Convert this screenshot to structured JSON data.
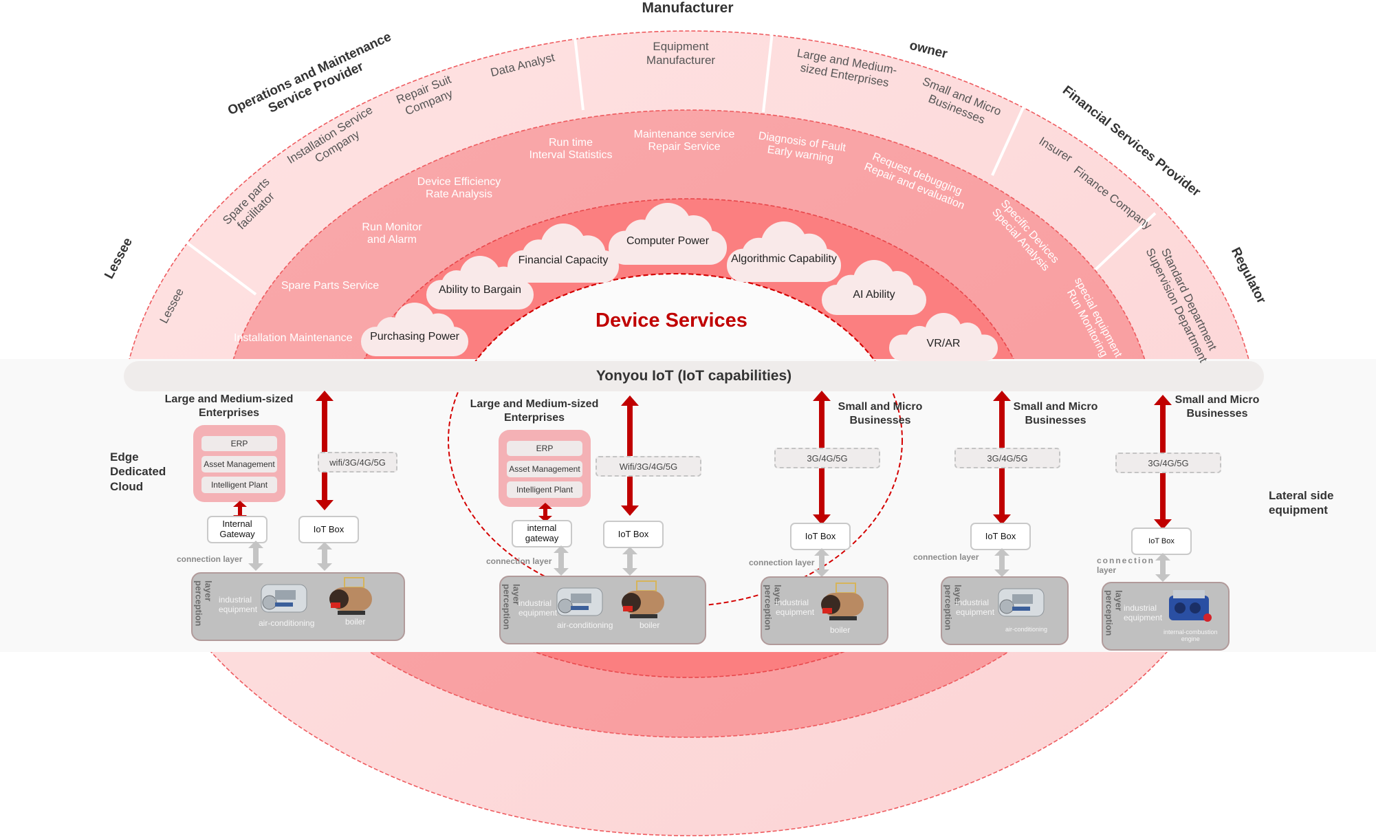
{
  "colors": {
    "outer_ring": "#fddada",
    "middle_ring": "#f9a3a5",
    "inner_ring": "#fb7f80",
    "dashed_line": "#e8474b",
    "cloud_fill": "#f9e9e9",
    "title_red": "#c00000",
    "arrow_red": "#c00000",
    "system_box": "#f4b1b5"
  },
  "outer_groups": {
    "manufacturer": "Manufacturer",
    "owner": "owner",
    "om_provider_line1": "Operations and Maintenance",
    "om_provider_line2": "Service Provider",
    "lessee": "Lessee",
    "financial_provider": "Financial Services Provider",
    "regulator": "Regulator"
  },
  "outer_ring": {
    "lessee": "Lessee",
    "spare_parts_facilitator_1": "Spare parts",
    "spare_parts_facilitator_2": "facilitator",
    "installation_service_1": "Installation Service",
    "installation_service_2": "Company",
    "repair_suit_1": "Repair Suit",
    "repair_suit_2": "Company",
    "data_analyst": "Data  Analyst",
    "equipment_manufacturer_1": "Equipment",
    "equipment_manufacturer_2": "Manufacturer",
    "large_medium_1": "Large and Medium-",
    "large_medium_2": "sized Enterprises",
    "small_micro_1": "Small and Micro",
    "small_micro_2": "Businesses",
    "insurer": "Insurer",
    "finance_company": "Finance Company",
    "standard_dept": "Standard Department",
    "supervision_dept": "Supervision Department"
  },
  "middle_ring": {
    "installation_maintenance": "Installation Maintenance",
    "spare_parts_service": "Spare Parts Service",
    "run_monitor_1": "Run Monitor",
    "run_monitor_2": "and Alarm",
    "device_efficiency_1": "Device Efficiency",
    "device_efficiency_2": "Rate Analysis",
    "run_time_1": "Run time",
    "run_time_2": "Interval Statistics",
    "maintenance_1": "Maintenance service",
    "maintenance_2": "Repair  Service",
    "diagnosis_1": "Diagnosis of Fault",
    "diagnosis_2": "Early warning",
    "request_debug_1": "Request debugging",
    "request_debug_2": "Repair and evaluation",
    "specific_devices_1": "Specific Devices",
    "specific_devices_2": "Special Analysis",
    "special_equipment_1": "special equipment",
    "special_equipment_2": "Run Monitoring"
  },
  "clouds": [
    "Purchasing Power",
    "Ability to Bargain",
    "Financial Capacity",
    "Computer Power",
    "Algorithmic Capability",
    "AI Ability",
    "VR/AR"
  ],
  "center_title": "Device Services",
  "iot_bar": "Yonyou IoT (IoT capabilities)",
  "side_labels": {
    "edge_cloud_1": "Edge",
    "edge_cloud_2": "Dedicated",
    "edge_cloud_3": "Cloud",
    "lateral_1": "Lateral side",
    "lateral_2": "equipment"
  },
  "columns": [
    {
      "header_1": "Large and Medium-sized",
      "header_2": "Enterprises",
      "systems": [
        "ERP",
        "Asset Management",
        "Intelligent Plant"
      ],
      "gateway_1": "Internal",
      "gateway_2": "Gateway",
      "network": "wifi/3G/4G/5G",
      "iot_box": "IoT Box",
      "connection_layer": "connection layer",
      "perception_label": "layer perception",
      "equipment": [
        "industrial",
        "equipment",
        "air-conditioning",
        "boiler"
      ]
    },
    {
      "header_1": "Large and Medium-sized",
      "header_2": "Enterprises",
      "systems": [
        "ERP",
        "Asset Management",
        "Intelligent Plant"
      ],
      "gateway_1": "internal",
      "gateway_2": "gateway",
      "network": "Wifi/3G/4G/5G",
      "iot_box": "IoT Box",
      "connection_layer": "connection layer",
      "perception_label": "layer perception",
      "equipment": [
        "industrial",
        "equipment",
        "air-conditioning",
        "boiler"
      ]
    },
    {
      "header_1": "Small and Micro",
      "header_2": "Businesses",
      "network": "3G/4G/5G",
      "iot_box": "IoT Box",
      "connection_layer": "connection layer",
      "perception_label": "layer perception",
      "equipment": [
        "industrial",
        "equipment",
        "boiler"
      ]
    },
    {
      "header_1": "Small and Micro",
      "header_2": "Businesses",
      "network": "3G/4G/5G",
      "iot_box": "IoT Box",
      "connection_layer": "connection layer",
      "perception_label": "layer perception",
      "equipment": [
        "industrial",
        "equipment",
        "air-conditioning"
      ]
    },
    {
      "header_1": "Small and Micro",
      "header_2": "Businesses",
      "network": "3G/4G/5G",
      "iot_box": "IoT Box",
      "connection_layer_1": "connection",
      "connection_layer_2": "layer",
      "perception_label": "layer perception",
      "equipment": [
        "industrial",
        "equipment",
        "internal-combustion",
        "engine"
      ]
    }
  ]
}
